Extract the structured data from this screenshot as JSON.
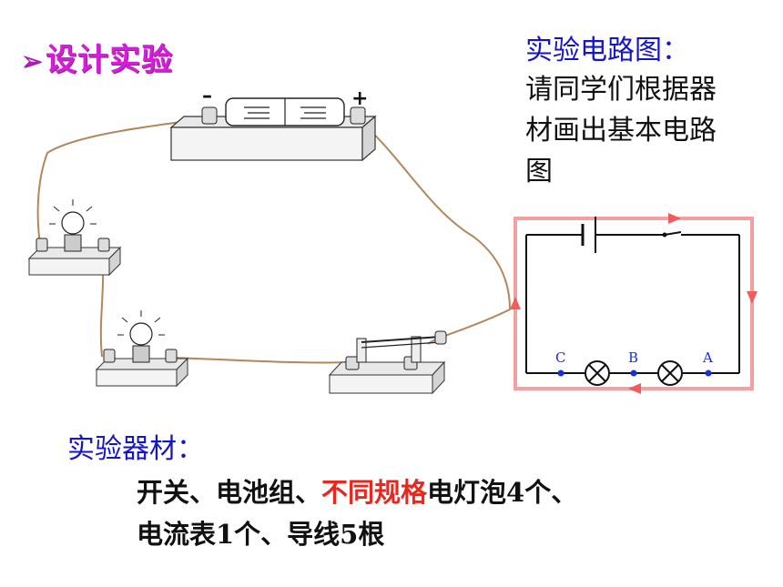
{
  "slide": {
    "title_arrow": "➢",
    "title": "设计实验"
  },
  "circuit_diagram": {
    "heading": "实验电路图：",
    "prompt": "请同学们根据器材画出基本电路图",
    "labels": {
      "c": "C",
      "b": "B",
      "a": "A"
    },
    "battery_minus": "–",
    "battery_plus": "+"
  },
  "materials": {
    "heading": "实验器材：",
    "line1_part1": "开关、电池组、",
    "line1_highlight": "不同规格",
    "line1_part2": "电灯泡4个、",
    "line2": "电流表1个、导线5根"
  },
  "colors": {
    "title": "#d31fd6",
    "heading_blue": "#1515c8",
    "highlight_red": "#e8281e",
    "current_arrow": "#f27a7a",
    "wire_brown": "#b3875c"
  }
}
